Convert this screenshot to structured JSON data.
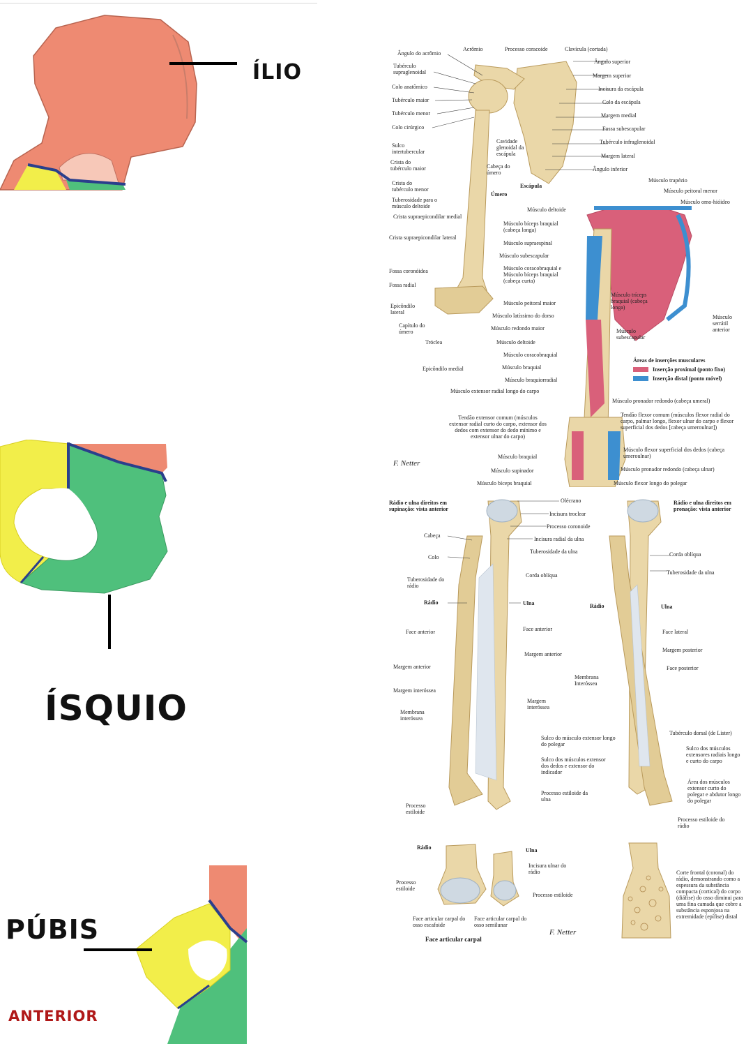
{
  "pelvis": {
    "ilio_label": "ÍLIO",
    "isquio_label": "ÍSQUIO",
    "pubis_label": "PÚBIS",
    "anterior_label": "ANTERIOR",
    "colors": {
      "ilium": "#ee8a72",
      "ischium": "#4fc07c",
      "pubis": "#f2ee4a",
      "border": "#2a3f8c",
      "anterior": "#b01818"
    }
  },
  "humerus": {
    "labels_left": [
      "Ângulo do acrômio",
      "Tubérculo supraglenoidal",
      "Colo anatômico",
      "Tubérculo maior",
      "Tubérculo menor",
      "Colo cirúrgico",
      "Sulco intertubercular",
      "Crista do tubérculo maior",
      "Crista do tubérculo menor",
      "Tuberosidade para o músculo deltoide",
      "Crista supraepicondilar medial",
      "Crista supraepicondilar lateral",
      "Fossa coronóidea",
      "Fossa radial",
      "Epicôndilo lateral",
      "Capítulo do úmero",
      "Tróclea",
      "Epicôndilo medial"
    ],
    "labels_top": [
      "Acrômio",
      "Processo coracoide",
      "Clavícula (cortada)"
    ],
    "labels_right": [
      "Ângulo superior",
      "Margem superior",
      "Incisura da escápula",
      "Colo da escápula",
      "Margem medial",
      "Fossa subescapular",
      "Tubérculo infraglenoidal",
      "Margem lateral",
      "Ângulo inferior"
    ],
    "labels_mid": [
      "Cavidade glenoidal da escápula",
      "Cabeça do úmero",
      "Úmero",
      "Escápula"
    ],
    "muscles_left": [
      "Músculo deltoide",
      "Músculo bíceps braquial (cabeça longa)",
      "Músculo supraespinal",
      "Músculo subescapular",
      "Músculo coracobraquial e Músculo bíceps braquial (cabeça curta)",
      "Músculo peitoral maior",
      "Músculo latíssimo do dorso",
      "Músculo redondo maior",
      "Músculo deltoide",
      "Músculo coracobraquial",
      "Músculo braquial",
      "Músculo braquiorradial",
      "Músculo extensor radial longo do carpo"
    ],
    "muscles_right": [
      "Músculo trapézio",
      "Músculo peitoral menor",
      "Músculo omo-hióideo",
      "Músculo tríceps braquial (cabeça longa)",
      "Músculo serrátil anterior",
      "Músculo subescapular"
    ],
    "legend_title": "Áreas de inserções musculares",
    "legend_items": [
      {
        "label": "Inserção proximal (ponto fixo)",
        "color": "#d9607a"
      },
      {
        "label": "Inserção distal (ponto móvel)",
        "color": "#3d8fd0"
      }
    ],
    "bottom_right": [
      "Músculo pronador redondo (cabeça umeral)",
      "Tendão flexor comum (músculos flexor radial do carpo, palmar longo, flexor ulnar do carpo e flexor superficial dos dedos [cabeça umeroulnar])",
      "Músculo flexor superficial dos dedos (cabeça umeroulnar)",
      "Músculo pronador redondo (cabeça ulnar)",
      "Músculo flexor longo do polegar"
    ],
    "bottom_left": [
      "Tendão extensor comum (músculos extensor radial curto do carpo, extensor dos dedos com extensor do dedo mínimo e extensor ulnar do carpo)",
      "Músculo braquial",
      "Músculo supinador",
      "Músculo bíceps braquial"
    ],
    "signature": "F. Netter"
  },
  "forearm": {
    "title_left": "Rádio e ulna direitos em supinação: vista anterior",
    "title_right": "Rádio e ulna direitos em pronação: vista anterior",
    "labels_center": [
      "Olécrano",
      "Incisura troclear",
      "Processo coronoide",
      "Incisura radial da ulna",
      "Tuberosidade da ulna",
      "Corda oblíqua",
      "Ulna",
      "Face anterior",
      "Margem anterior",
      "Margem interóssea"
    ],
    "labels_left": [
      "Cabeça",
      "Colo",
      "Tuberosidade do rádio",
      "Rádio",
      "Face anterior",
      "Margem anterior",
      "Margem interóssea",
      "Membrana interóssea",
      "Processo estiloide"
    ],
    "labels_right": [
      "Corda oblíqua",
      "Tuberosidade da ulna",
      "Rádio",
      "Ulna",
      "Face lateral",
      "Margem posterior",
      "Face posterior",
      "Membrana Interóssea",
      "Tubérculo dorsal (de Lister)",
      "Sulco dos músculos extensores radiais longo e curto do carpo",
      "Área dos músculos extensor curto do polegar e abdutor longo do polegar",
      "Processo estiloide do rádio"
    ],
    "labels_lower_mid": [
      "Sulco do músculo extensor longo do polegar",
      "Sulco dos músculos extensor dos dedos e extensor do indicador",
      "Processo estiloide da ulna"
    ]
  },
  "wrist": {
    "labels": [
      "Rádio",
      "Ulna",
      "Incisura ulnar do rádio",
      "Processo estiloide",
      "Processo estiloide",
      "Face articular carpal do osso escafoide",
      "Face articular carpal do osso semilunar"
    ],
    "caption": "Face articular carpal",
    "section_text": "Corte frontal (coronal) do rádio, demonstrando como a espessura da substância compacta (cortical) do corpo (diáfise) do osso diminui para uma fina camada que cobre a substância esponjosa na extremidade (epífise) distal",
    "signature": "F. Netter"
  }
}
